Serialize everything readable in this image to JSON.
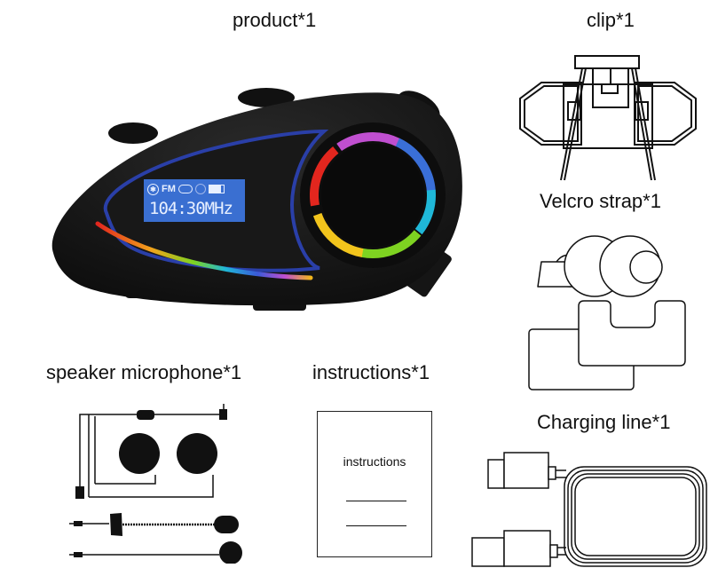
{
  "title": "Package contents",
  "items": {
    "product": {
      "label": "product*1"
    },
    "clip": {
      "label": "clip*1"
    },
    "velcro": {
      "label": "Velcro strap*1"
    },
    "speaker": {
      "label": "speaker microphone*1"
    },
    "instructions": {
      "label": "instructions*1",
      "booklet_text": "instructions"
    },
    "charging": {
      "label": "Charging line*1"
    }
  },
  "display": {
    "icons": [
      "bluetooth-icon",
      "fm-label",
      "link-icon",
      "phone-icon",
      "battery-icon"
    ],
    "fm_text": "FM",
    "frequency": "104:30MHz"
  },
  "colors": {
    "lcd_blue": "#3a6fd1",
    "accent_blue": "#2a3fa8",
    "body_black": "#141414"
  }
}
